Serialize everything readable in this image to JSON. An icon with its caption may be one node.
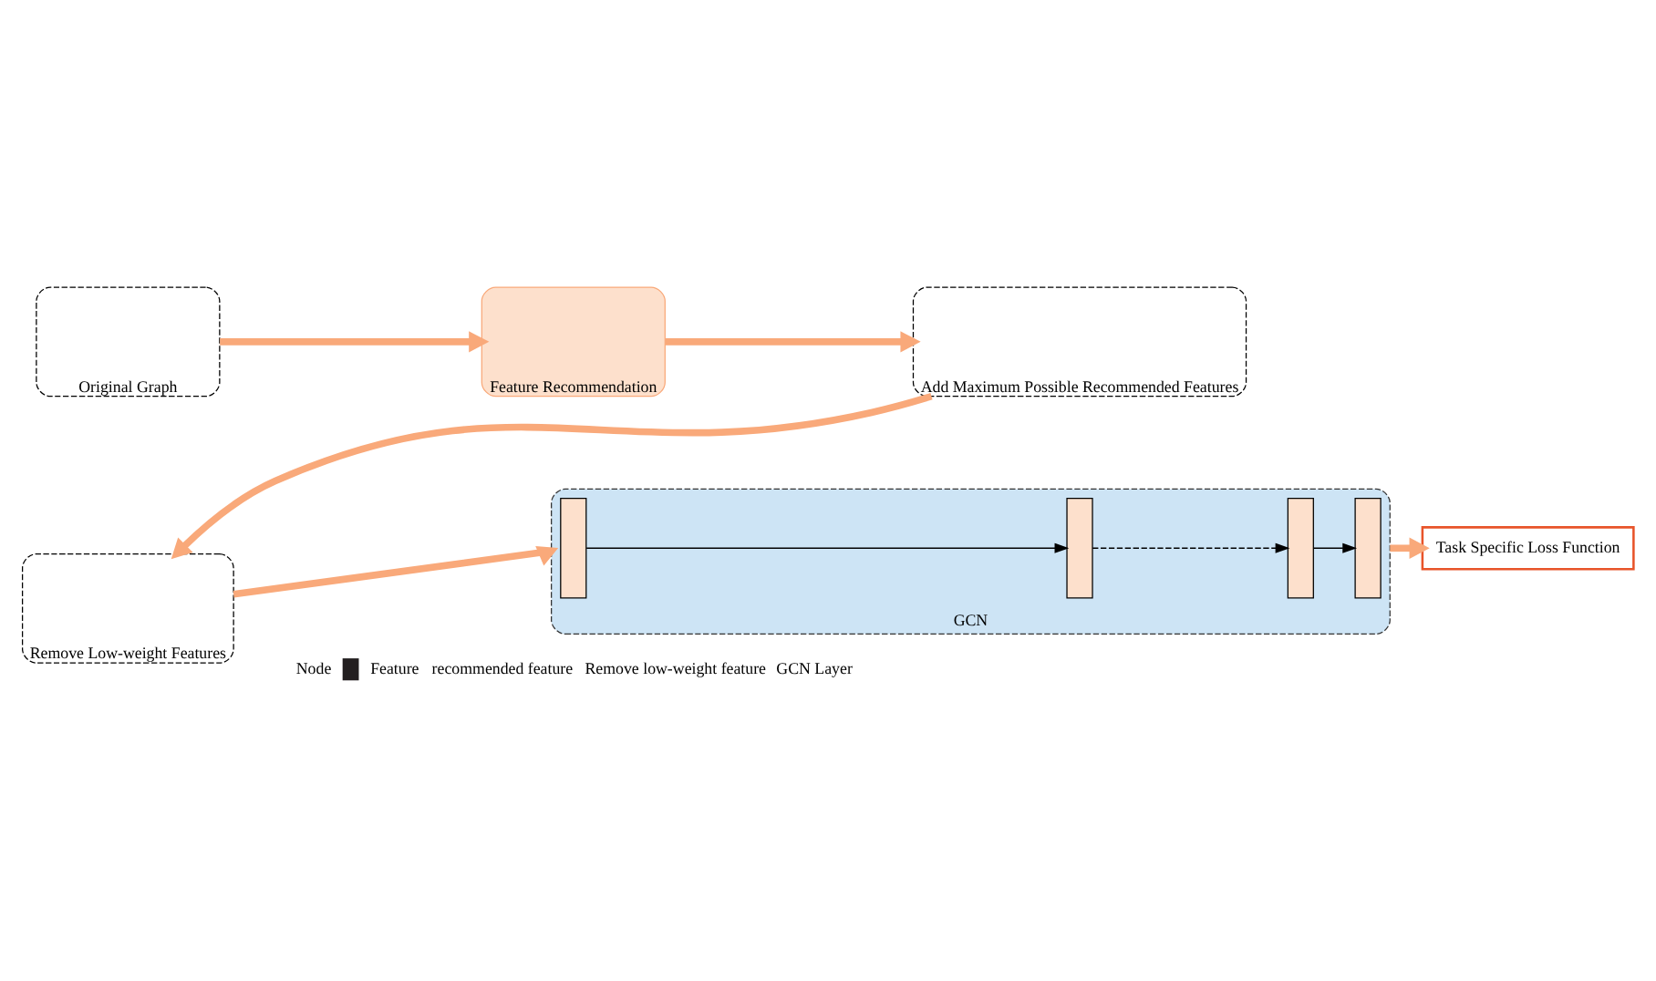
{
  "diagram": {
    "nodes": [
      {
        "text": [
          "Original Graph"
        ]
      },
      {
        "text": [
          "Feature Recommendation"
        ]
      },
      {
        "text": [
          "Add Maximum Possible Recommended Features"
        ]
      },
      {
        "text": [
          "Remove Low-weight Features"
        ]
      },
      {
        "text": [
          "GCN"
        ]
      },
      {
        "text": [],
        "shape": "box",
        "in": 4
      },
      {
        "text": [],
        "shape": "box",
        "in": 4
      },
      {
        "text": [],
        "shape": "box",
        "in": 4
      },
      {
        "text": [],
        "shape": "box",
        "in": 4
      },
      {
        "text": [
          "Task Specific Loss Function"
        ]
      }
    ],
    "edges": [
      {
        "from": 0,
        "to": 1,
        "arrow": "to"
      },
      {
        "from": 1,
        "to": 2,
        "arrow": "to"
      },
      {
        "from": 2,
        "to": 3,
        "arrow": "to"
      },
      {
        "from": 3,
        "to": 4,
        "arrow": "to"
      },
      {
        "from": 4,
        "to": 9,
        "arrow": "to"
      },
      {
        "from": 5,
        "to": 6,
        "arrow": "to",
        "color": "#000000"
      },
      {
        "from": 6,
        "to": 7,
        "arrow": "to",
        "style": "dashed",
        "color": "#000000"
      },
      {
        "from": 7,
        "to": 8,
        "arrow": "to",
        "color": "#000000"
      }
    ],
    "legend": [
      {
        "text": "Node"
      },
      {
        "text": "Feature",
        "color": "#231f20"
      },
      {
        "text": "recommended feature"
      },
      {
        "text": "Remove low-weight feature"
      },
      {
        "text": "GCN Layer"
      }
    ]
  }
}
